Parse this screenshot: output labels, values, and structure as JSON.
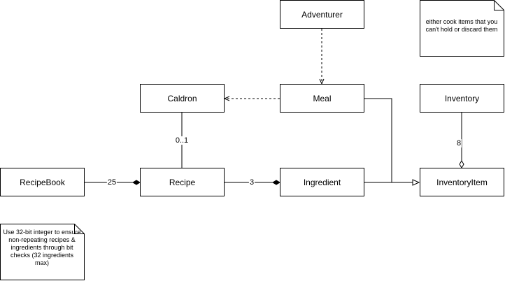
{
  "classes": {
    "adventurer": "Adventurer",
    "caldron": "Caldron",
    "meal": "Meal",
    "inventory": "Inventory",
    "recipe_book": "RecipeBook",
    "recipe": "Recipe",
    "ingredient": "Ingredient",
    "inventory_item": "InventoryItem"
  },
  "multiplicities": {
    "recipebook_recipe": "25",
    "recipe_ingredient": "3",
    "caldron_recipe": "0..1",
    "inventory_inventoryitem": "8"
  },
  "notes": {
    "top_right": "either cook items that you can't hold or discard them",
    "bottom_left": "Use 32-bit integer to ensure non-repeating recipes & ingredients through bit checks (32 ingredients max)"
  },
  "colors": {
    "stroke": "#000000",
    "fill": "#ffffff"
  }
}
